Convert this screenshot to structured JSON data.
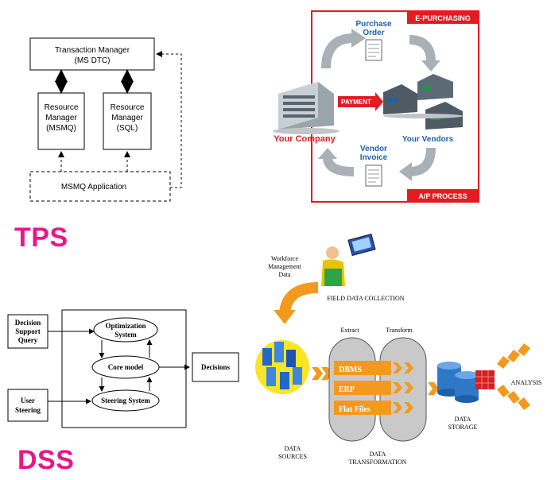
{
  "tps": {
    "label": "TPS",
    "transaction_manager": [
      "Transaction Manager",
      "(MS DTC)"
    ],
    "resource_manager_msmq": [
      "Resource",
      "Manager",
      "(MSMQ)"
    ],
    "resource_manager_sql": [
      "Resource",
      "Manager",
      "(SQL)"
    ],
    "msmq_application": "MSMQ Application"
  },
  "purchasing": {
    "e_purchasing": "E-PURCHASING",
    "ap_process": "A/P PROCESS",
    "purchase_order": [
      "Purchase",
      "Order"
    ],
    "payment": "PAYMENT",
    "your_company": "Your Company",
    "your_vendors": "Your Vendors",
    "vendor_invoice": [
      "Vendor",
      "Invoice"
    ],
    "colors": {
      "red": "#e31b23",
      "blue": "#1b62a8",
      "gray_arrow": "#a9b1b6"
    }
  },
  "dss": {
    "label": "DSS",
    "decision_support_query": [
      "Decision",
      "Support",
      "Query"
    ],
    "user_steering": [
      "User",
      "Steering"
    ],
    "optimization_system": [
      "Optimization",
      "System"
    ],
    "core_model": "Core model",
    "steering_system": "Steering System",
    "decisions": "Decisions"
  },
  "data_warehouse": {
    "workforce_management_data": [
      "Workforce",
      "Management",
      "Data"
    ],
    "field_data_collection": "FIELD DATA COLLECTION",
    "extract": "Extract",
    "transform": "Transform",
    "dbms": "DBMS",
    "erp": "ERP",
    "flat_files": "Flat Files",
    "data_sources": [
      "DATA",
      "SOURCES"
    ],
    "data_transformation": [
      "DATA",
      "TRANSFORMATION"
    ],
    "data_storage": [
      "DATA",
      "STORAGE"
    ],
    "analysis": "ANALYSIS",
    "colors": {
      "orange": "#f39a1e",
      "cylinder": "#c9c9c9"
    }
  }
}
